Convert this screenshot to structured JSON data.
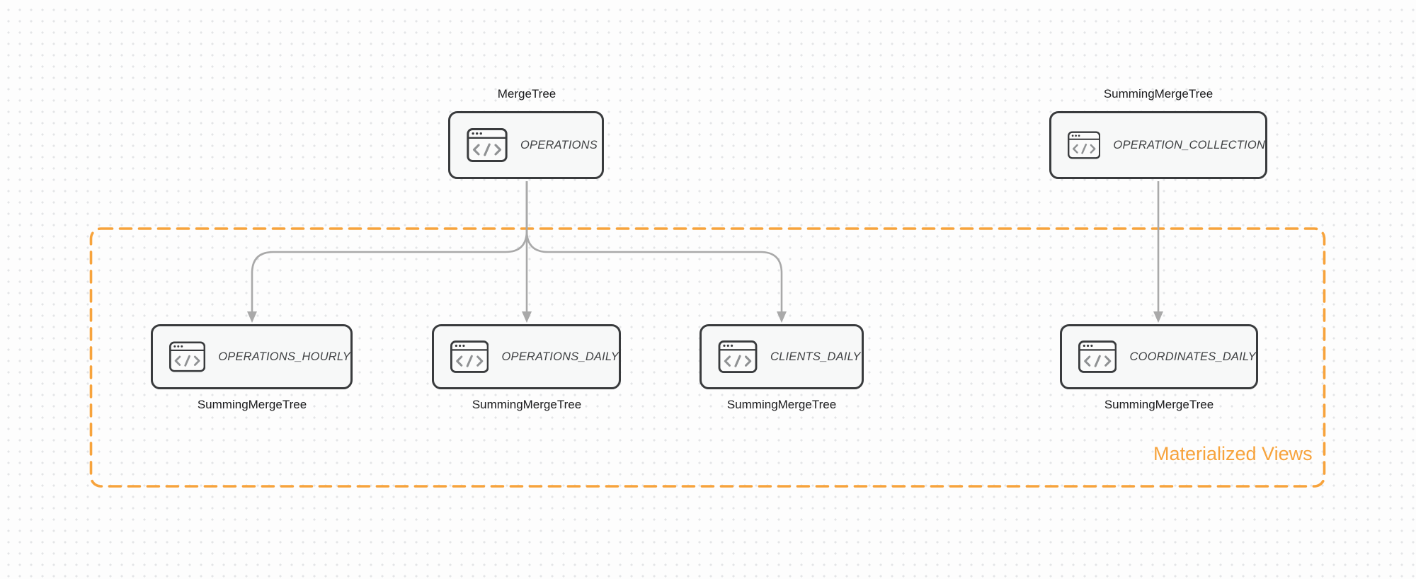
{
  "canvas": {
    "background_color": "#fdfdfd",
    "dot_color": "#e4e5e7"
  },
  "palette": {
    "node_border": "#393b3d",
    "node_fill": "#f7f8f8",
    "arrow_gray": "#a9a9a9",
    "accent_orange": "#f7a33c",
    "engine_text": "#1a1a1c",
    "table_text": "#3f4143",
    "icon_glyph": "#8f9193"
  },
  "group": {
    "label": "Materialized Views"
  },
  "nodes": [
    {
      "name": "OPERATIONS",
      "engine": "MergeTree",
      "engine_position": "top",
      "icon": "code-window-icon"
    },
    {
      "name": "OPERATION_COLLECTION",
      "engine": "SummingMergeTree",
      "engine_position": "top",
      "icon": "code-window-icon"
    },
    {
      "name": "OPERATIONS_HOURLY",
      "engine": "SummingMergeTree",
      "engine_position": "bottom",
      "icon": "code-window-icon"
    },
    {
      "name": "OPERATIONS_DAILY",
      "engine": "SummingMergeTree",
      "engine_position": "bottom",
      "icon": "code-window-icon"
    },
    {
      "name": "CLIENTS_DAILY",
      "engine": "SummingMergeTree",
      "engine_position": "bottom",
      "icon": "code-window-icon"
    },
    {
      "name": "COORDINATES_DAILY",
      "engine": "SummingMergeTree",
      "engine_position": "bottom",
      "icon": "code-window-icon"
    }
  ],
  "edges": [
    {
      "from": "OPERATIONS",
      "to": "OPERATIONS_HOURLY"
    },
    {
      "from": "OPERATIONS",
      "to": "OPERATIONS_DAILY"
    },
    {
      "from": "OPERATIONS",
      "to": "CLIENTS_DAILY"
    },
    {
      "from": "OPERATION_COLLECTION",
      "to": "COORDINATES_DAILY"
    }
  ]
}
